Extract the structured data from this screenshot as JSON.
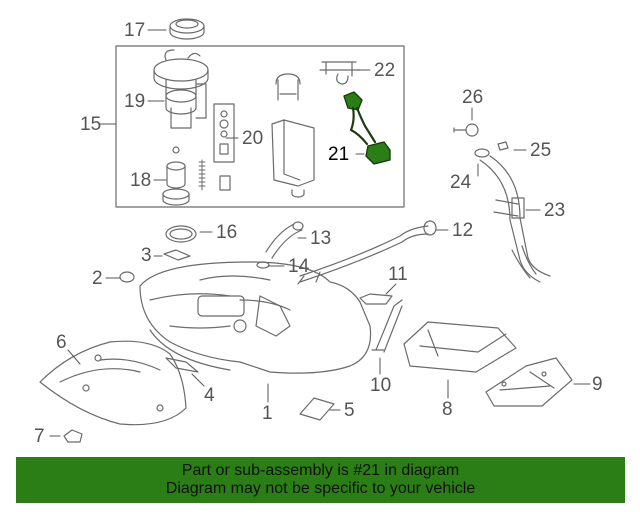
{
  "diagram": {
    "callouts": [
      "1",
      "2",
      "3",
      "4",
      "5",
      "6",
      "7",
      "8",
      "9",
      "10",
      "11",
      "12",
      "13",
      "14",
      "15",
      "16",
      "17",
      "18",
      "19",
      "20",
      "21",
      "22",
      "23",
      "24",
      "25",
      "26"
    ],
    "highlighted_part": "21",
    "colors": {
      "line": "#6b6b6b",
      "highlight": "#2b7d16",
      "banner": "#2b7d16"
    }
  },
  "banner": {
    "line1": "Part or sub-assembly is #21 in diagram",
    "line2": "Diagram may not be specific to your vehicle"
  }
}
